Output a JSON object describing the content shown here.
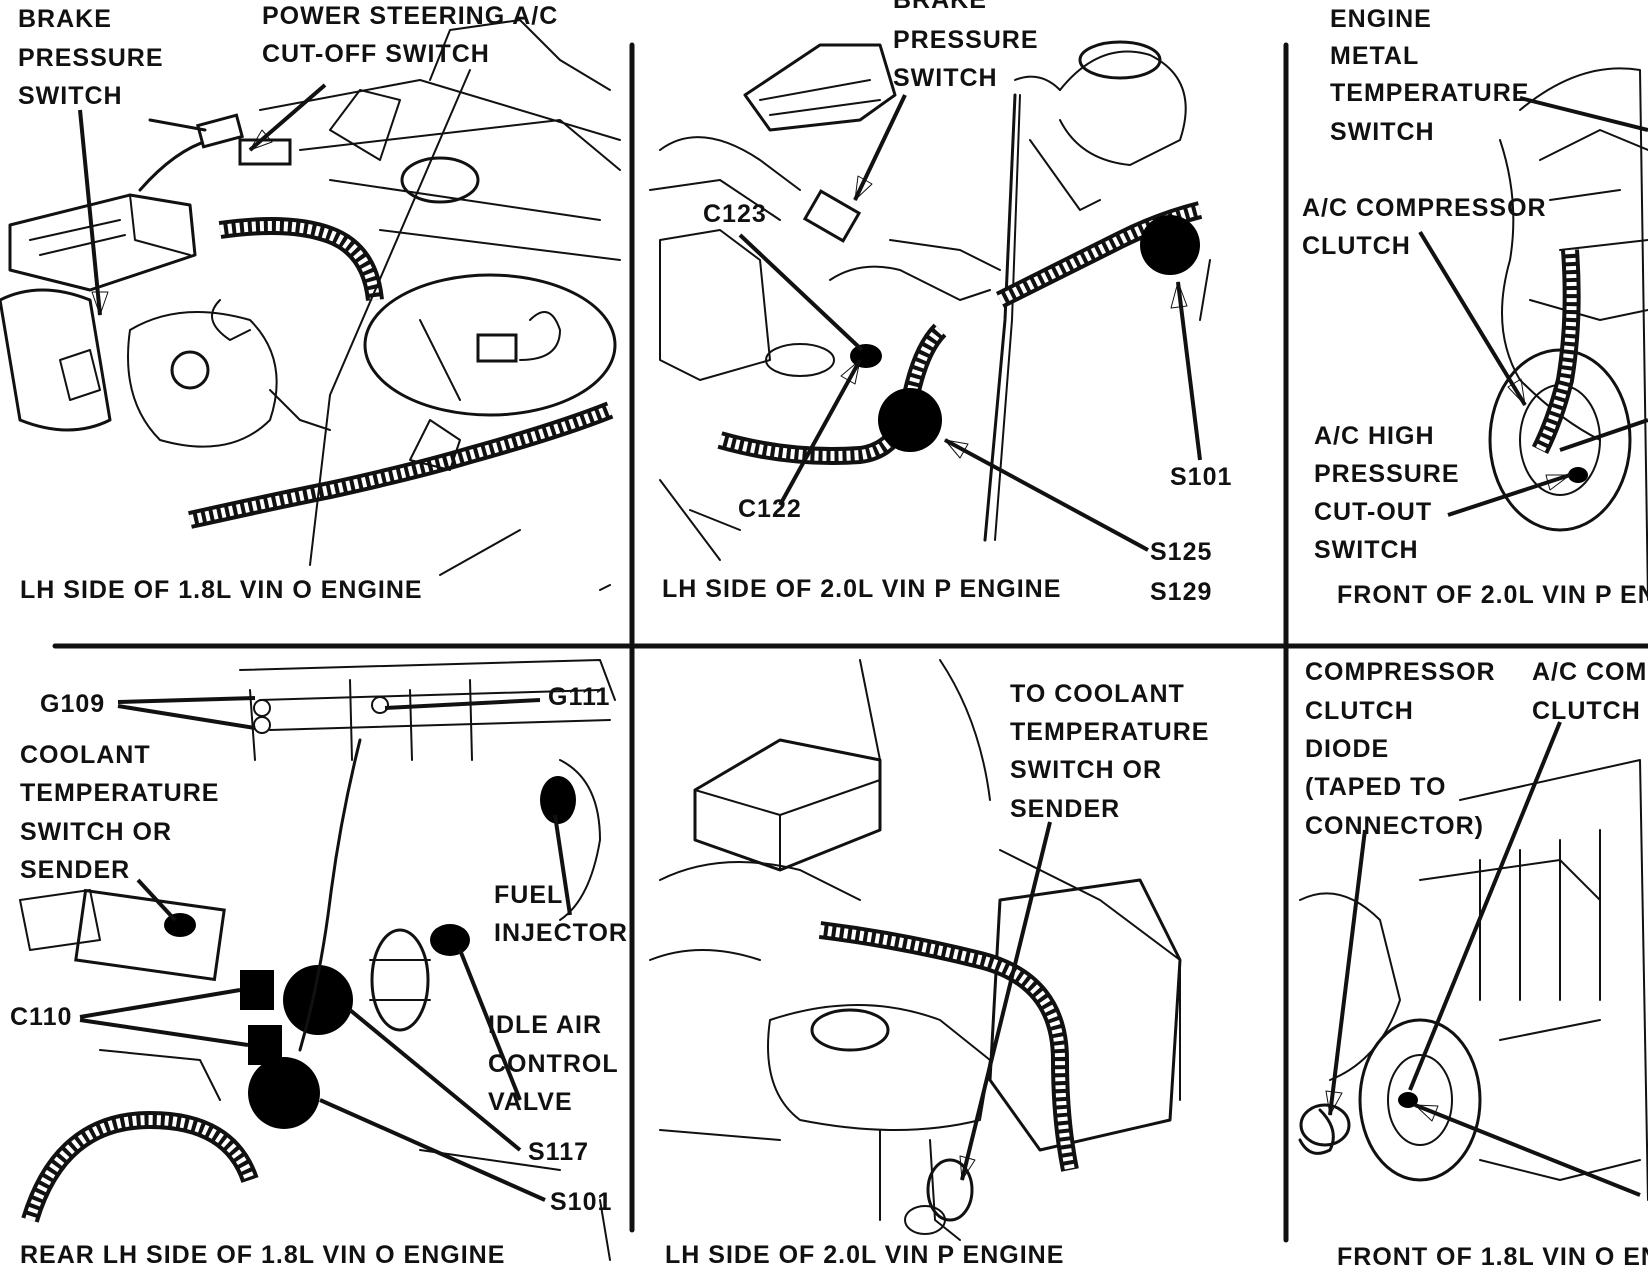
{
  "panels": [
    {
      "id": "lh-18-vin0",
      "caption": "LH SIDE OF 1.8L VIN O ENGINE",
      "labels": {
        "brake_1": "BRAKE",
        "brake_2": "PRESSURE",
        "brake_3": "SWITCH",
        "ps_1": "POWER STEERING A/C",
        "ps_2": "CUT-OFF SWITCH"
      }
    },
    {
      "id": "lh-20-vinp-top",
      "caption": "LH SIDE OF 2.0L VIN P ENGINE",
      "labels": {
        "brake_1": "BRAKE",
        "brake_2": "PRESSURE",
        "brake_3": "SWITCH",
        "c123": "C123",
        "c122": "C122",
        "s101": "S101",
        "s125": "S125",
        "s129": "S129"
      }
    },
    {
      "id": "front-20-vinp",
      "caption": "FRONT OF 2.0L VIN P EN",
      "labels": {
        "emt_1": "ENGINE",
        "emt_2": "METAL",
        "emt_3": "TEMPERATURE",
        "emt_4": "SWITCH",
        "acc_1": "A/C COMPRESSOR",
        "acc_2": "CLUTCH",
        "achp_1": "A/C HIGH",
        "achp_2": "PRESSURE",
        "achp_3": "CUT-OUT",
        "achp_4": "SWITCH"
      }
    },
    {
      "id": "rear-lh-18-vin0",
      "caption": "REAR LH SIDE OF 1.8L VIN O ENGINE",
      "labels": {
        "g109": "G109",
        "g111": "G111",
        "cts_1": "COOLANT",
        "cts_2": "TEMPERATURE",
        "cts_3": "SWITCH OR",
        "cts_4": "SENDER",
        "fi_1": "FUEL",
        "fi_2": "INJECTOR",
        "c110": "C110",
        "iac_1": "IDLE AIR",
        "iac_2": "CONTROL",
        "iac_3": "VALVE",
        "s117": "S117",
        "s101": "S101"
      }
    },
    {
      "id": "lh-20-vinp-bottom",
      "caption": "LH SIDE OF 2.0L VIN P ENGINE",
      "labels": {
        "tc_1": "TO COOLANT",
        "tc_2": "TEMPERATURE",
        "tc_3": "SWITCH OR",
        "tc_4": "SENDER"
      }
    },
    {
      "id": "front-18-vin0",
      "caption": "FRONT OF 1.8L VIN O EN",
      "labels": {
        "ccd_1": "COMPRESSOR",
        "ccd_2": "CLUTCH",
        "ccd_3": "DIODE",
        "ccd_4": "(TAPED TO",
        "ccd_5": "CONNECTOR)",
        "acc_1": "A/C COMP",
        "acc_2": "CLUTCH"
      }
    }
  ]
}
